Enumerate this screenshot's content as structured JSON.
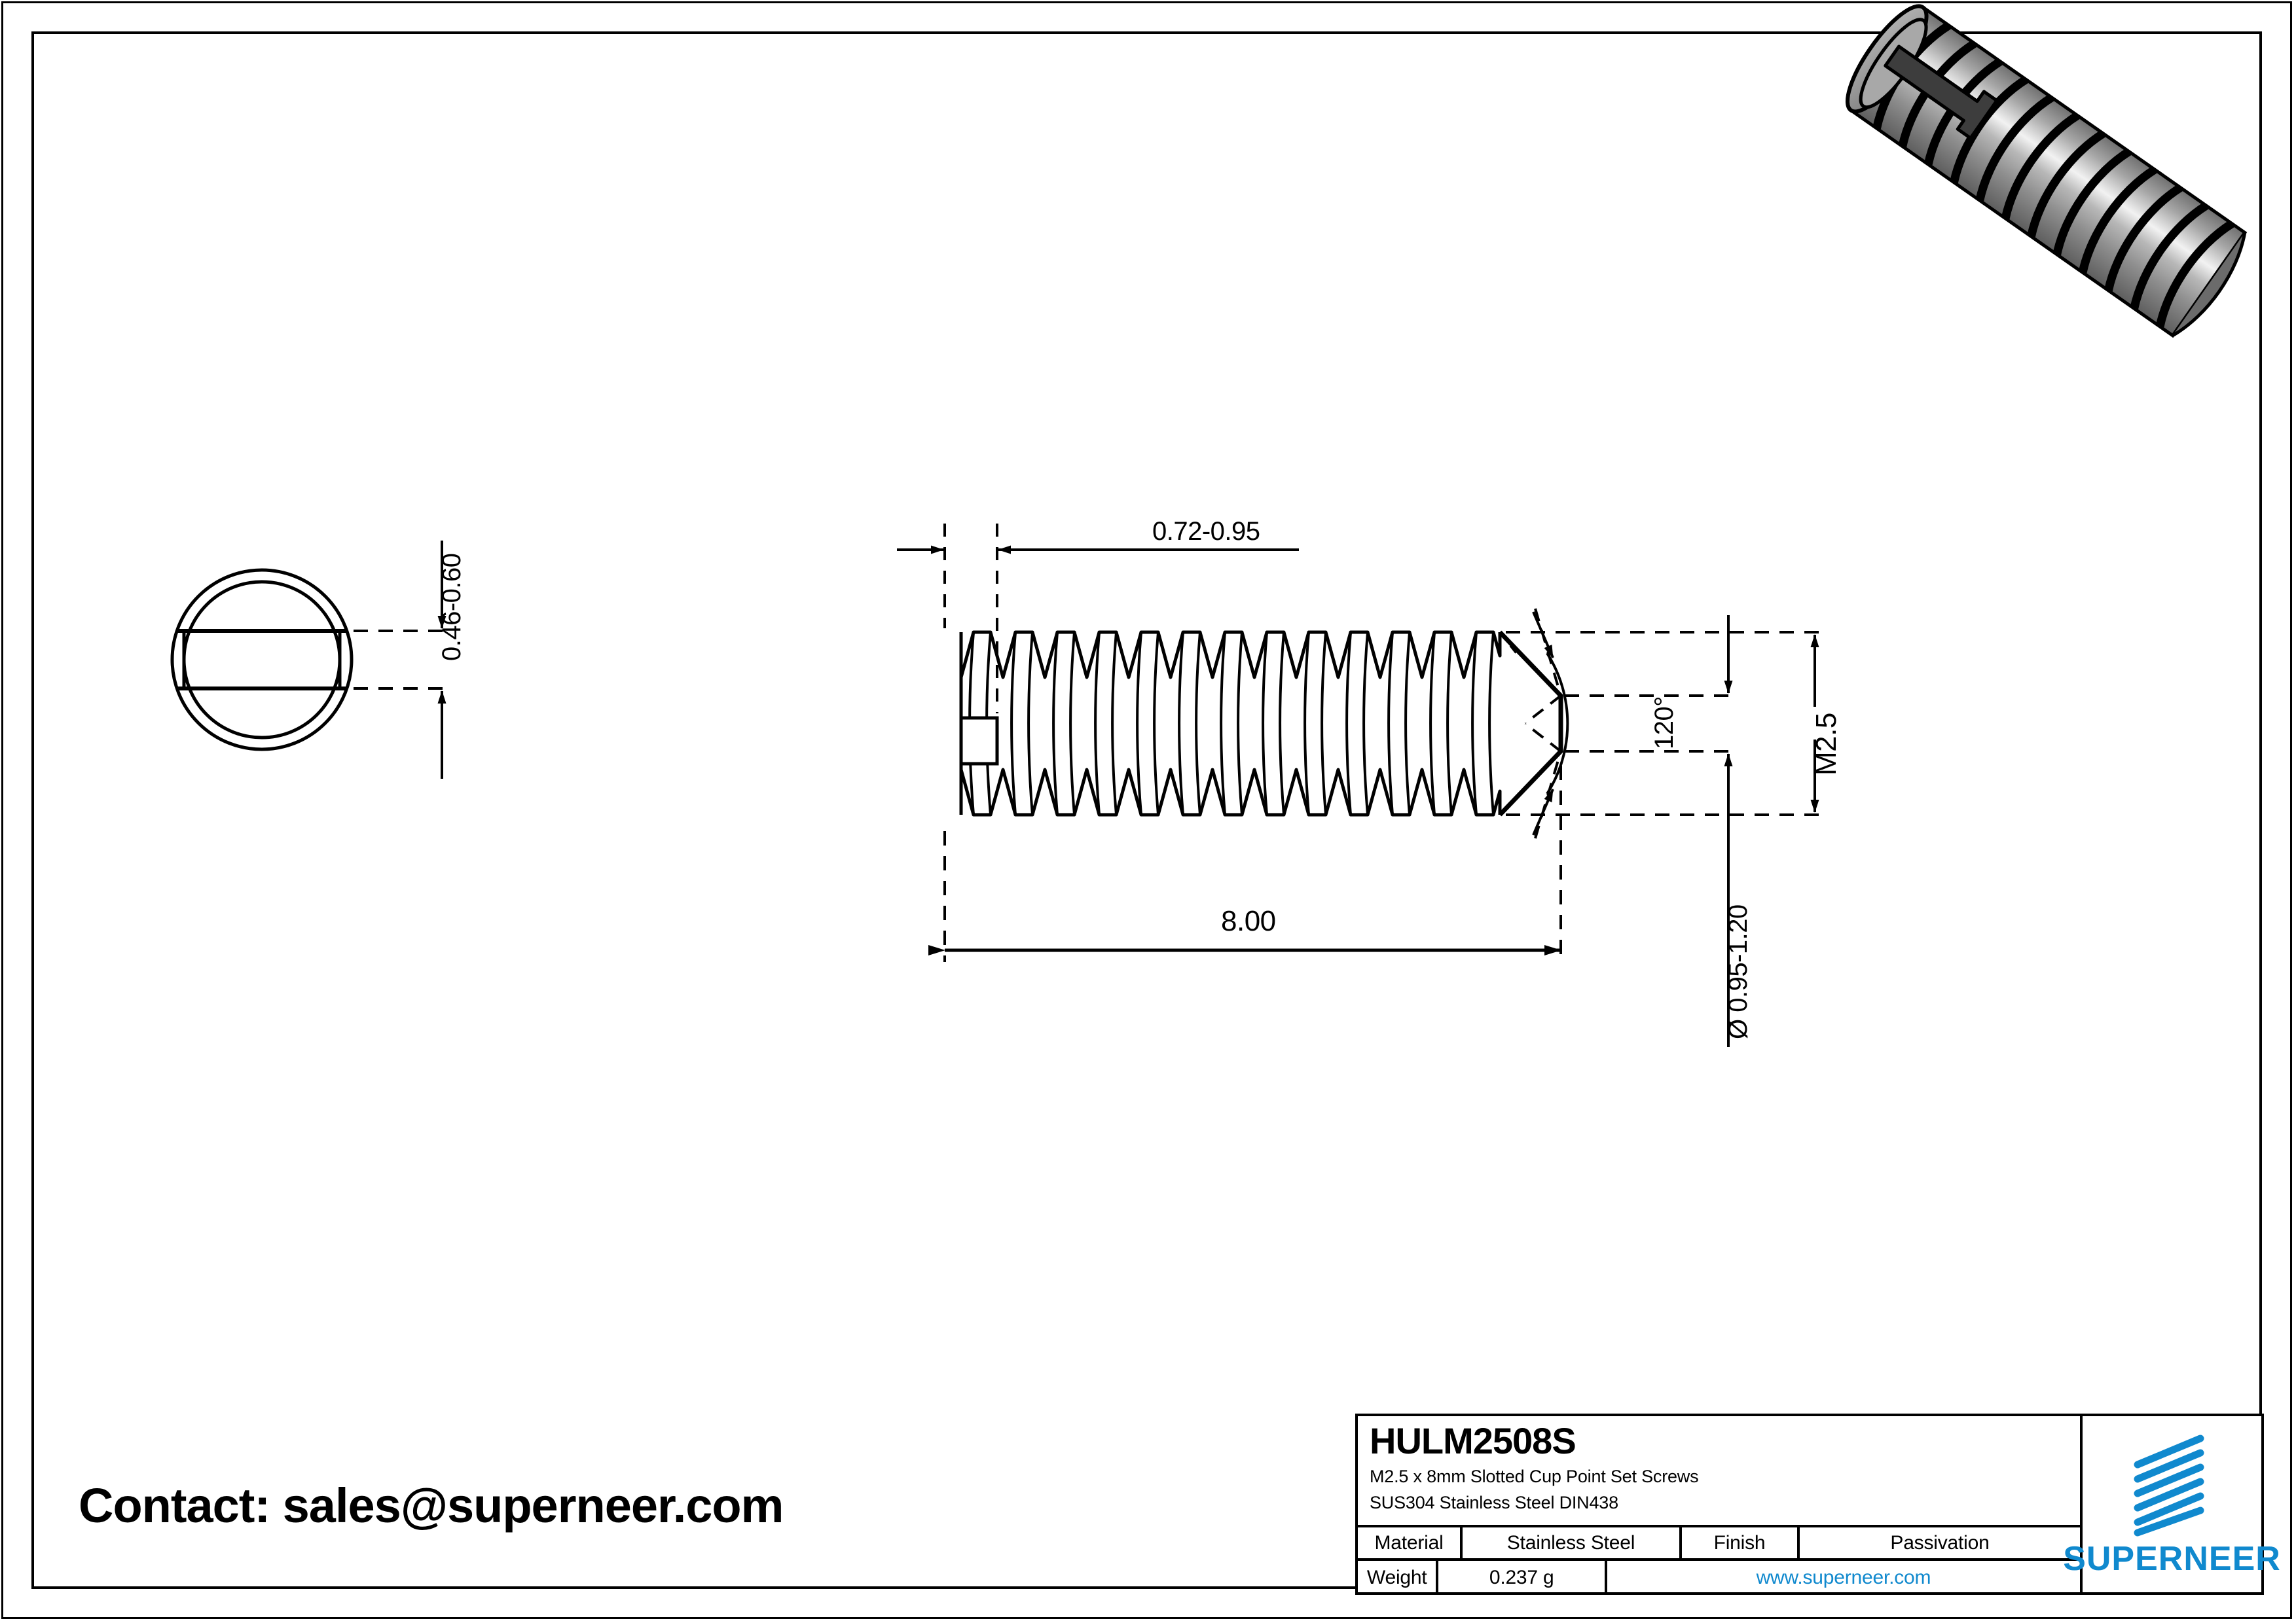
{
  "document": {
    "type": "engineering-drawing",
    "contact_line": "Contact: sales@superneer.com"
  },
  "title_block": {
    "part_number": "HULM2508S",
    "description_line1": "M2.5 x 8mm Slotted Cup Point Set Screws",
    "description_line2": "SUS304 Stainless Steel DIN438",
    "rows": [
      {
        "label": "Material",
        "value": "Stainless Steel",
        "label2": "Finish",
        "value2": "Passivation"
      },
      {
        "label": "Weight",
        "value": "0.237 g",
        "url": "www.superneer.com"
      }
    ],
    "material_label": "Material",
    "material_value": "Stainless Steel",
    "finish_label": "Finish",
    "finish_value": "Passivation",
    "weight_label": "Weight",
    "weight_value": "0.237 g",
    "website": "www.superneer.com",
    "brand": "SUPERNEER",
    "brand_color": "#1089CE"
  },
  "dimensions": {
    "slot_depth": "0.46-0.60",
    "slot_width": "0.72-0.95",
    "length": "8.00",
    "point_angle": "120°",
    "thread": "M2.5",
    "cup_diameter": "Ø 0.95-1.20"
  },
  "views": {
    "end_view_name": "end-view-circle",
    "side_view_name": "side-view-threaded-body",
    "isometric_name": "isometric-render-setscrew"
  },
  "colors": {
    "line": "#000000",
    "accent": "#1089CE",
    "metal_light": "#d8d8d8",
    "metal_mid": "#9a9a9a",
    "metal_dark": "#3a3a3a"
  }
}
